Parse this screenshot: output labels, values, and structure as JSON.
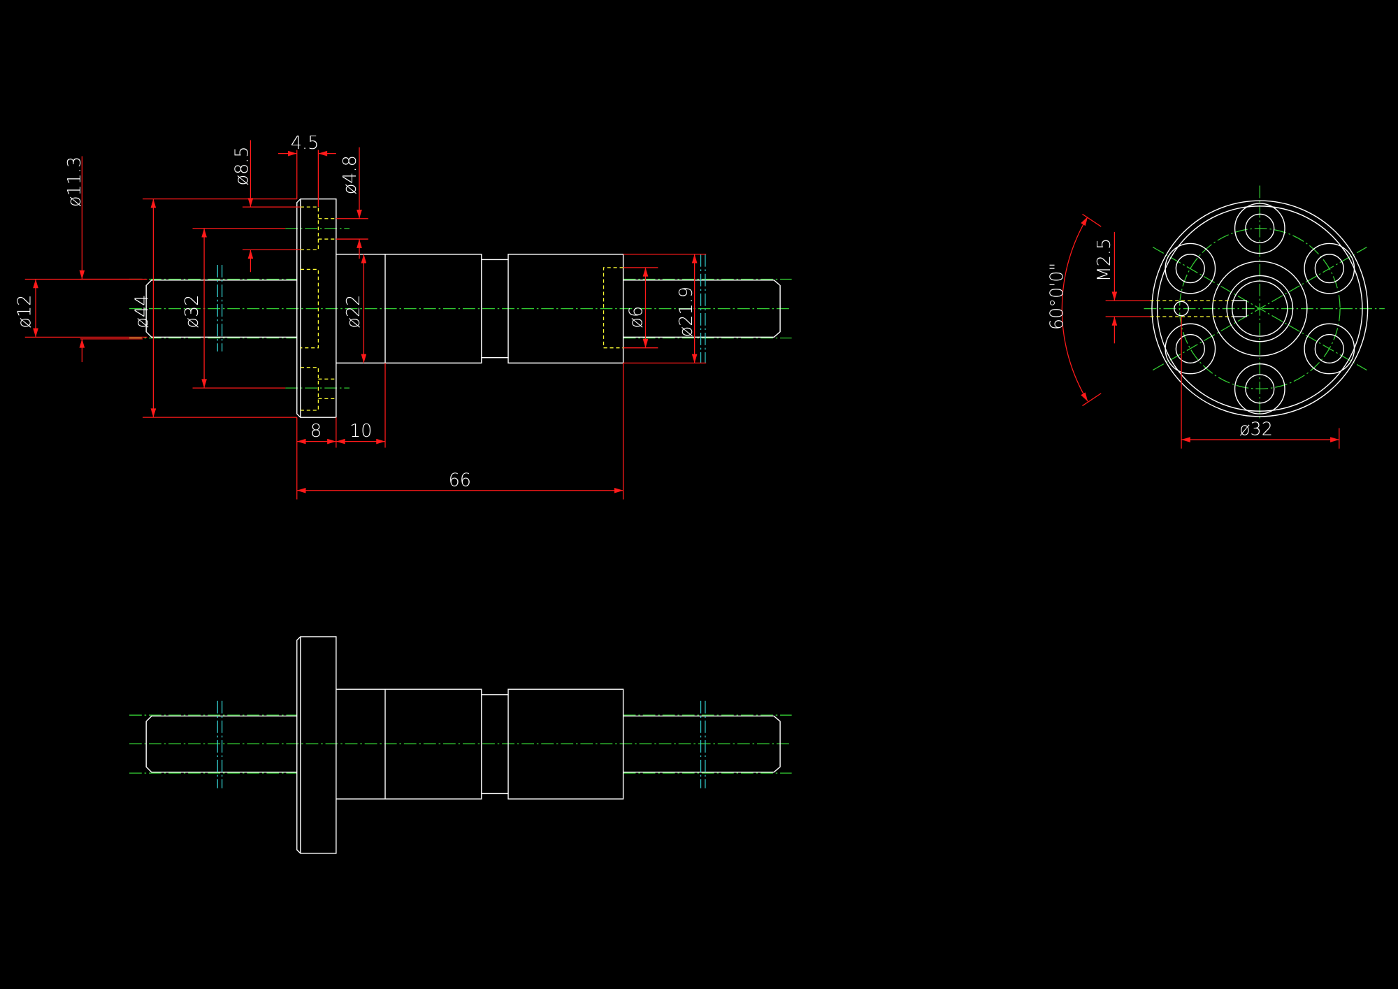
{
  "drawing": {
    "colors": {
      "background": "#000000",
      "outline": "#ffffff",
      "dimension": "#ff1a1a",
      "centerline": "#33cc33",
      "hidden": "#ffff33",
      "break": "#33cccc"
    },
    "front_view_dimensions": {
      "d11_3": "ø11.3",
      "d8_5": "ø8.5",
      "w4_5": "4.5",
      "d4_8": "ø4.8",
      "d12": "ø12",
      "d44": "ø44",
      "d32": "ø32",
      "d22": "ø22",
      "d6": "ø6",
      "d21_9": "ø21.9",
      "l8": "8",
      "l10": "10",
      "l66": "66"
    },
    "end_view_dimensions": {
      "angle": "60°0'0\"",
      "thread": "M2.5",
      "pcd": "ø32"
    }
  }
}
